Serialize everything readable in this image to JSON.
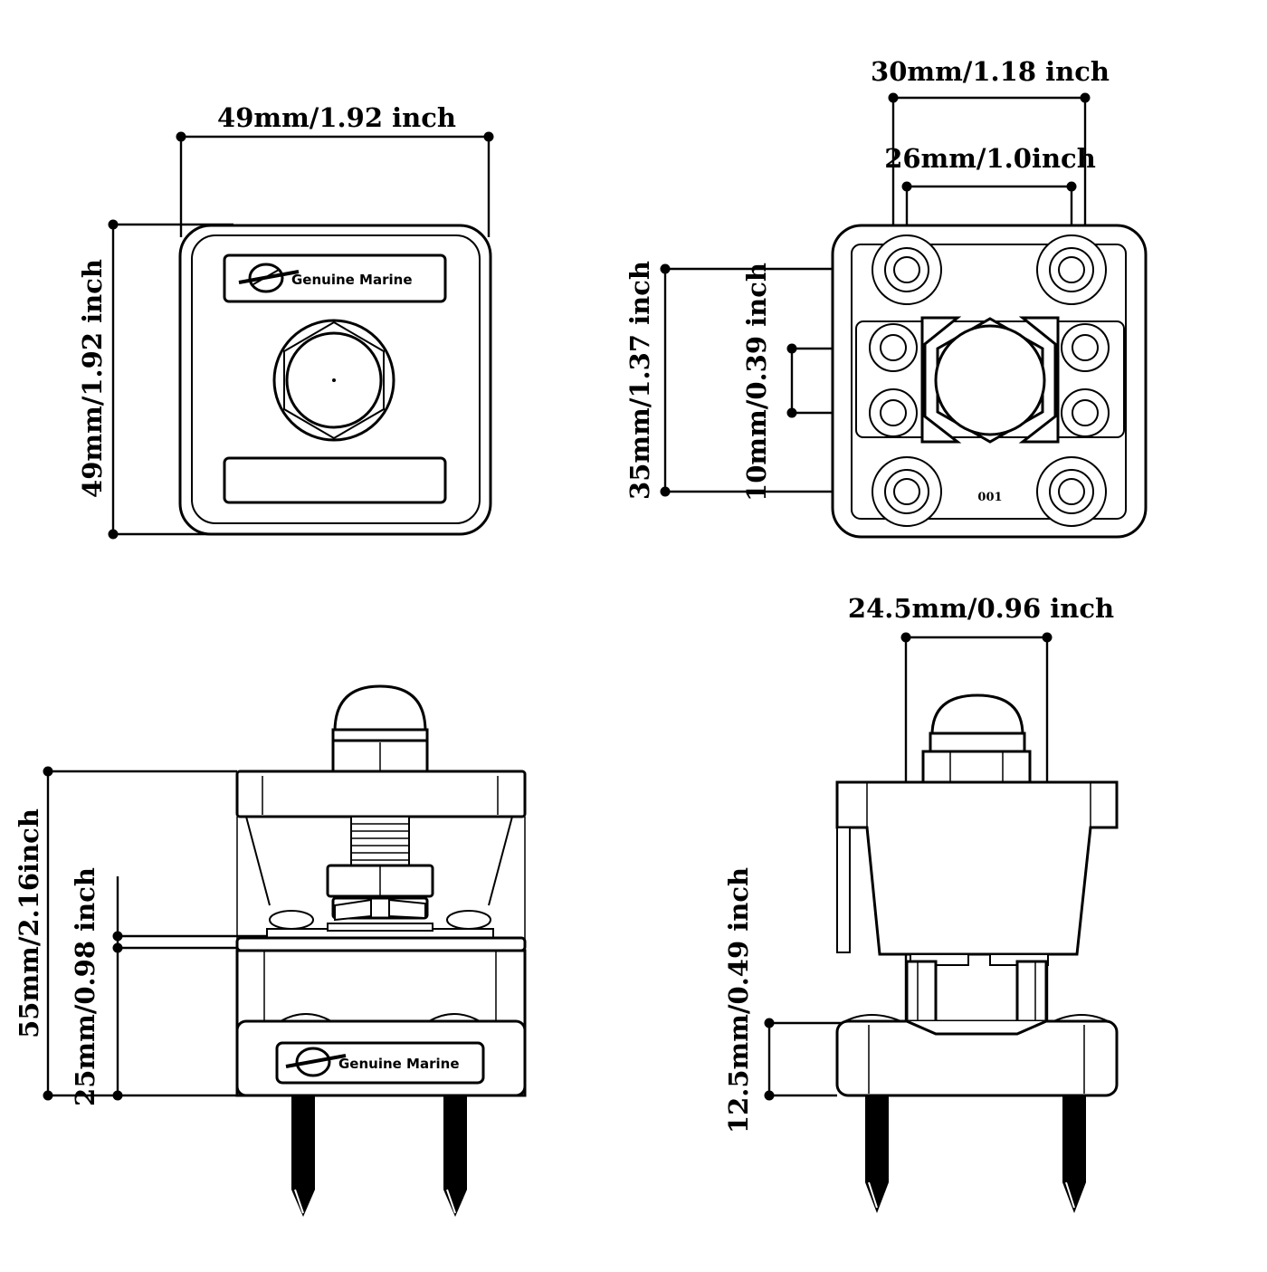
{
  "diagram": {
    "brand_name": "Genuine Marine",
    "rear_marking": "001",
    "colors": {
      "line": "#000000",
      "background": "#ffffff"
    },
    "views": {
      "front": {
        "width_label": "49mm/1.92 inch",
        "height_label": "49mm/1.92 inch"
      },
      "rear": {
        "outer_spacing_label": "30mm/1.18 inch",
        "inner_spacing_label": "26mm/1.0inch",
        "vertical_spacing_label": "35mm/1.37 inch",
        "row_spacing_label": "10mm/0.39 inch"
      },
      "side": {
        "total_height_label": "55mm/2.16inch",
        "base_height_label": "25mm/0.98 inch"
      },
      "end": {
        "width_label": "24.5mm/0.96 inch",
        "foot_height_label": "12.5mm/0.49 inch"
      }
    }
  }
}
